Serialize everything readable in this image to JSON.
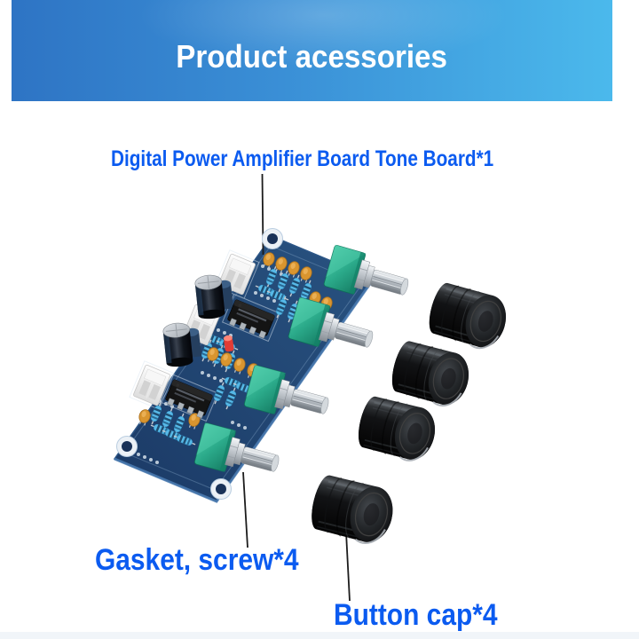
{
  "banner": {
    "title": "Product acessories",
    "gradient_left": "#2e74c4",
    "gradient_right": "#4bb9ec",
    "text_color": "#ffffff"
  },
  "labels": {
    "board": "Digital Power Amplifier Board Tone Board*1",
    "gasket": "Gasket, screw*4",
    "button_cap": "Button cap*4",
    "label_color": "#0b5bf0"
  },
  "items": [
    {
      "name": "Digital Power Amplifier Board Tone Board",
      "qty": 1
    },
    {
      "name": "Gasket, screw",
      "qty": 4
    },
    {
      "name": "Button cap",
      "qty": 4
    }
  ],
  "photo_colors": {
    "pcb_blue": "#1e3f6d",
    "potentiometer_teal": "#2ba98a",
    "knob_black": "#111111",
    "capacitor_orange": "#d9952f",
    "resistor_blue": "#57b9e7"
  }
}
